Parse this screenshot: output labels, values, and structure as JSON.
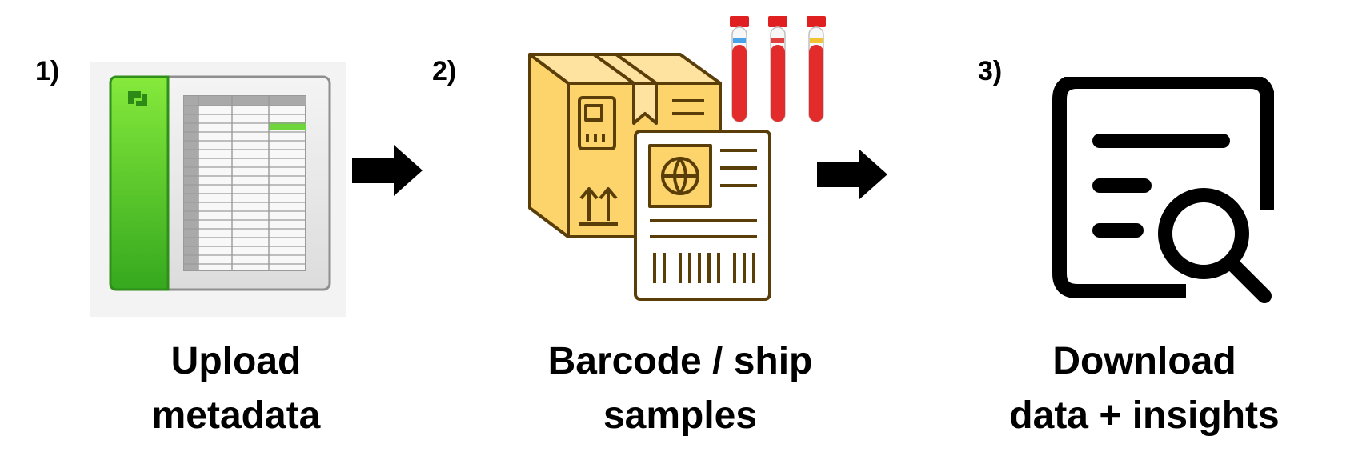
{
  "steps": [
    {
      "number": "1)",
      "label_line1": "Upload",
      "label_line2": "metadata",
      "icon": "spreadsheet-icon"
    },
    {
      "number": "2)",
      "label_line1": "Barcode / ship",
      "label_line2": "samples",
      "icon": "shipping-box-icon"
    },
    {
      "number": "3)",
      "label_line1": "Download",
      "label_line2": "data + insights",
      "icon": "document-search-icon"
    }
  ],
  "arrows": [
    "right-arrow-icon",
    "right-arrow-icon"
  ],
  "colors": {
    "spreadsheet_green": "#4cc52a",
    "box_yellow": "#fdd46b",
    "outline_brown": "#5a3e0a",
    "tube_red": "#e32b2b",
    "icon_black": "#000000"
  }
}
